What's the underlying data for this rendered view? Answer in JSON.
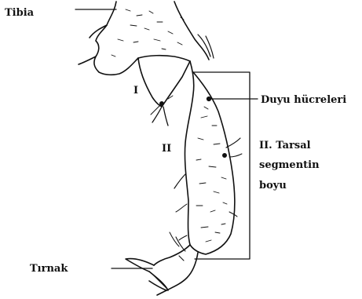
{
  "labels": {
    "tibia": "Tibia",
    "segment_one": "I",
    "segment_two": "II",
    "sensory_cells": "Duyu hücreleri",
    "tarsal_length_line1": "II. Tarsal",
    "tarsal_length_line2": "segmentin",
    "tarsal_length_line3": "boyu",
    "claw": "Tırnak"
  },
  "colors": {
    "ink": "#111111",
    "background": "#ffffff"
  }
}
